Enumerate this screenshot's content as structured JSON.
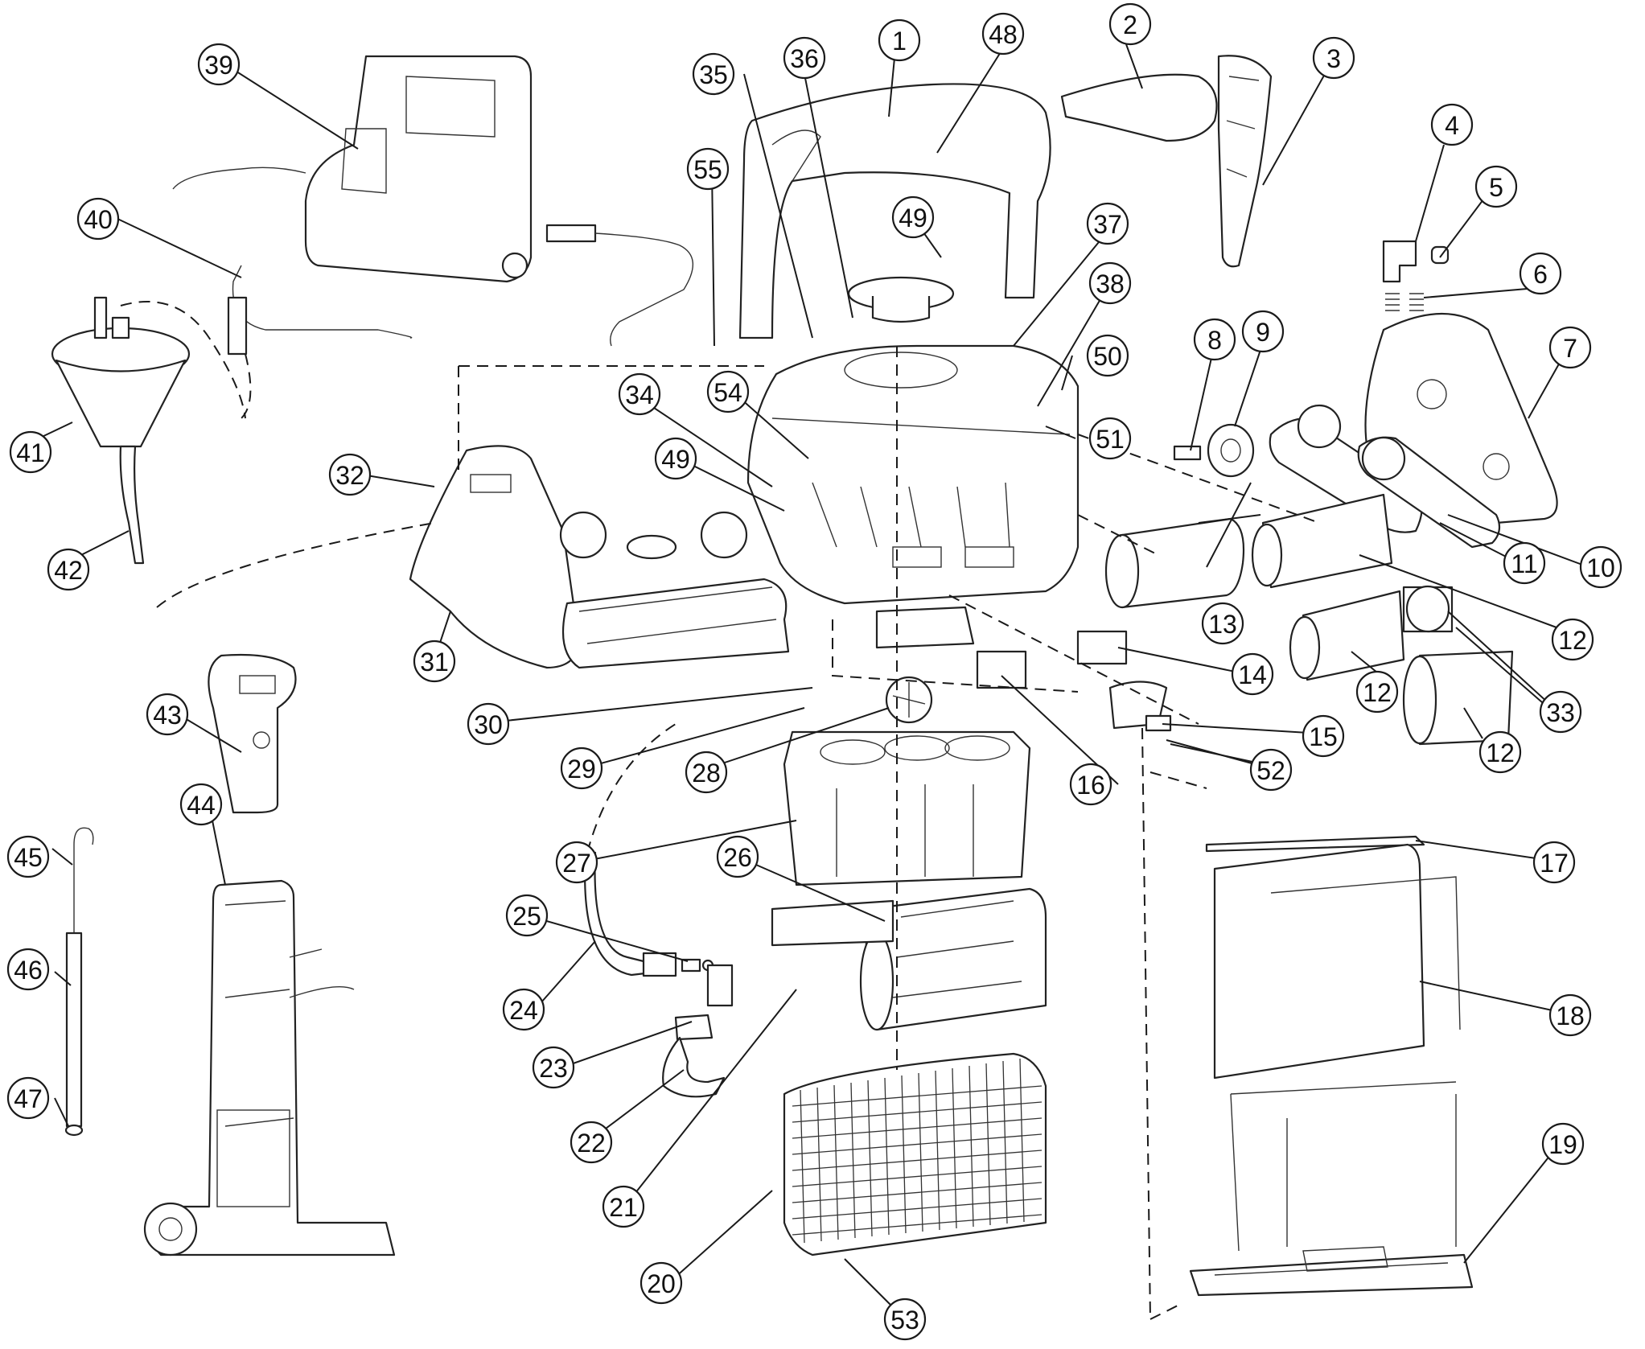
{
  "diagram": {
    "type": "exploded-parts-diagram",
    "colors": {
      "line": "#1a1a1a",
      "background": "#ffffff"
    },
    "callouts": [
      {
        "id": "c1",
        "label": "1"
      },
      {
        "id": "c2",
        "label": "2"
      },
      {
        "id": "c3",
        "label": "3"
      },
      {
        "id": "c4",
        "label": "4"
      },
      {
        "id": "c5",
        "label": "5"
      },
      {
        "id": "c6",
        "label": "6"
      },
      {
        "id": "c7",
        "label": "7"
      },
      {
        "id": "c8",
        "label": "8"
      },
      {
        "id": "c9",
        "label": "9"
      },
      {
        "id": "c10",
        "label": "10"
      },
      {
        "id": "c11",
        "label": "11"
      },
      {
        "id": "c12a",
        "label": "12"
      },
      {
        "id": "c12b",
        "label": "12"
      },
      {
        "id": "c12c",
        "label": "12"
      },
      {
        "id": "c13",
        "label": "13"
      },
      {
        "id": "c14",
        "label": "14"
      },
      {
        "id": "c15",
        "label": "15"
      },
      {
        "id": "c16",
        "label": "16"
      },
      {
        "id": "c17",
        "label": "17"
      },
      {
        "id": "c18",
        "label": "18"
      },
      {
        "id": "c19",
        "label": "19"
      },
      {
        "id": "c20",
        "label": "20"
      },
      {
        "id": "c21",
        "label": "21"
      },
      {
        "id": "c22",
        "label": "22"
      },
      {
        "id": "c23",
        "label": "23"
      },
      {
        "id": "c24",
        "label": "24"
      },
      {
        "id": "c25",
        "label": "25"
      },
      {
        "id": "c26",
        "label": "26"
      },
      {
        "id": "c27",
        "label": "27"
      },
      {
        "id": "c28",
        "label": "28"
      },
      {
        "id": "c29",
        "label": "29"
      },
      {
        "id": "c30",
        "label": "30"
      },
      {
        "id": "c31",
        "label": "31"
      },
      {
        "id": "c32",
        "label": "32"
      },
      {
        "id": "c33",
        "label": "33"
      },
      {
        "id": "c34",
        "label": "34"
      },
      {
        "id": "c35",
        "label": "35"
      },
      {
        "id": "c36",
        "label": "36"
      },
      {
        "id": "c37",
        "label": "37"
      },
      {
        "id": "c38",
        "label": "38"
      },
      {
        "id": "c39",
        "label": "39"
      },
      {
        "id": "c40",
        "label": "40"
      },
      {
        "id": "c41",
        "label": "41"
      },
      {
        "id": "c42",
        "label": "42"
      },
      {
        "id": "c43",
        "label": "43"
      },
      {
        "id": "c44",
        "label": "44"
      },
      {
        "id": "c45",
        "label": "45"
      },
      {
        "id": "c46",
        "label": "46"
      },
      {
        "id": "c47",
        "label": "47"
      },
      {
        "id": "c48",
        "label": "48"
      },
      {
        "id": "c49a",
        "label": "49"
      },
      {
        "id": "c49b",
        "label": "49"
      },
      {
        "id": "c50",
        "label": "50"
      },
      {
        "id": "c51",
        "label": "51"
      },
      {
        "id": "c52",
        "label": "52"
      },
      {
        "id": "c53",
        "label": "53"
      },
      {
        "id": "c54",
        "label": "54"
      },
      {
        "id": "c55",
        "label": "55"
      }
    ]
  }
}
